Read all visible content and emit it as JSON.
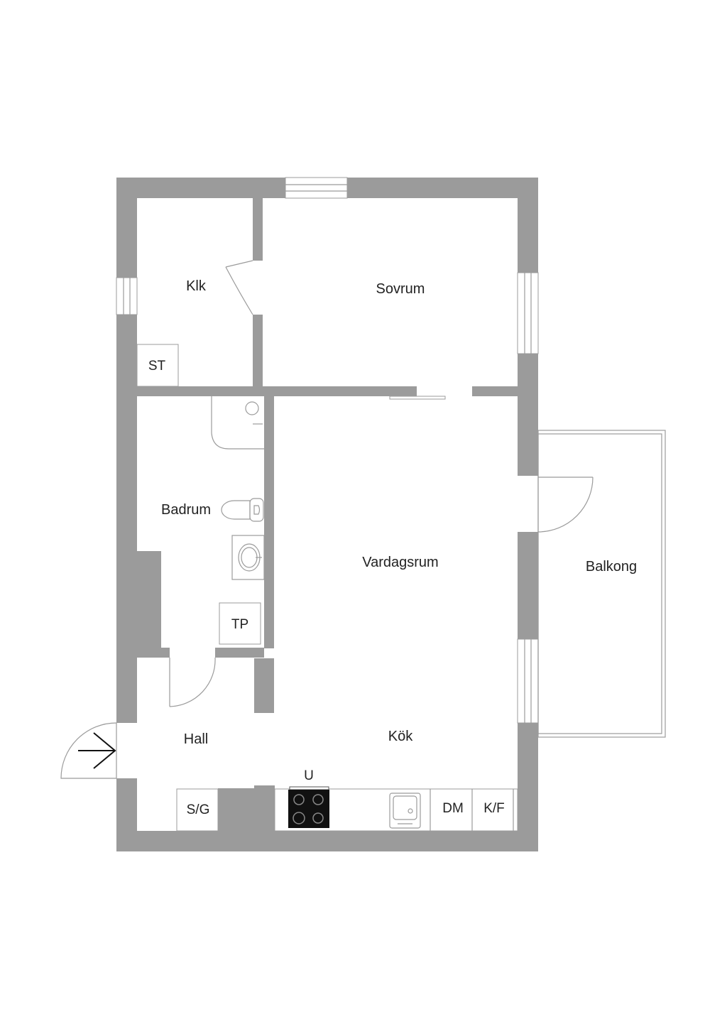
{
  "floorplan": {
    "rooms": {
      "klk": "Klk",
      "sovrum": "Sovrum",
      "badrum": "Badrum",
      "vardagsrum": "Vardagsrum",
      "balkong": "Balkong",
      "hall": "Hall",
      "kok": "Kök"
    },
    "fixtures": {
      "st": "ST",
      "tp": "TP",
      "sg": "S/G",
      "u": "U",
      "dm": "DM",
      "kf": "K/F"
    }
  },
  "colors": {
    "wall": "#9b9b9b",
    "text": "#222222",
    "background": "#ffffff"
  },
  "icons": [
    "entrance-arrow-icon",
    "toilet-icon",
    "sink-icon",
    "stove-icon",
    "kitchen-sink-icon",
    "shower-icon"
  ]
}
